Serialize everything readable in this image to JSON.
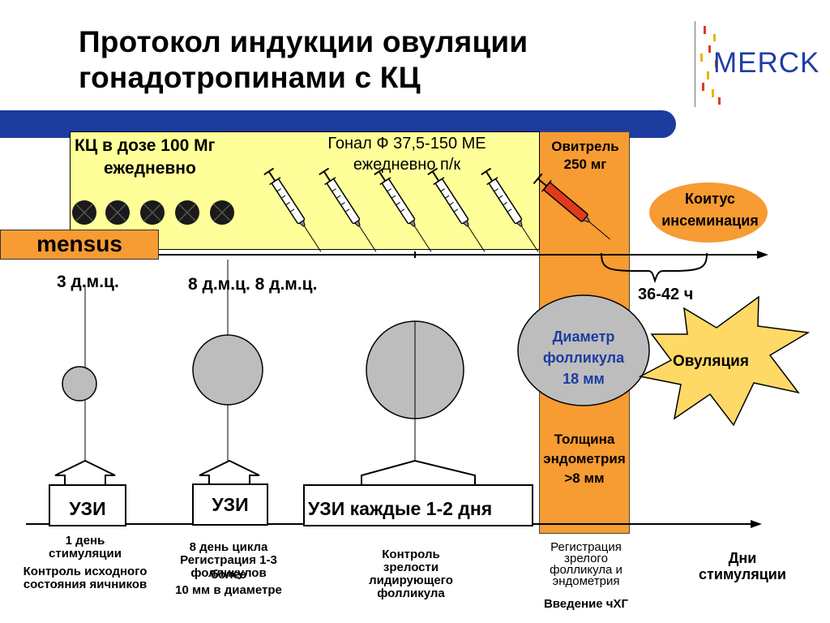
{
  "title": {
    "line1": "Протокол индукции овуляции",
    "line2": "гонадотропинами с КЦ"
  },
  "logo": {
    "text": "MERCK"
  },
  "bands": {
    "kc_line1": "КЦ  в дозе 100 Мг",
    "kc_line2": "ежедневно",
    "gonal_line1": "Гонал Ф 37,5-150 МЕ",
    "gonal_line2": "ежедневно п/к",
    "ovitrel_line1": "Овитрель",
    "ovitrel_line2": "250 мг",
    "mensus": "mensus"
  },
  "coitus": {
    "line1": "Коитус",
    "line2": "инсеминация"
  },
  "interval": "36-42 ч",
  "ovulation": "Овуляция",
  "dmc": {
    "first": "3 д.м.ц.",
    "second": "8 д.м.ц. 8 д.м.ц."
  },
  "follicle": {
    "line1": "Диаметр",
    "line2": "фолликула",
    "line3": "18 мм"
  },
  "endometrium": {
    "line1": "Толщина",
    "line2": "эндометрия",
    "line3": ">8 мм"
  },
  "uzi": {
    "box1": "УЗИ",
    "box2": "УЗИ",
    "box3": "УЗИ каждые 1-2 дня"
  },
  "captions": {
    "c1": [
      "1 день",
      "стимуляции",
      "Контроль исходного",
      "состояния яичников"
    ],
    "c2": [
      "8 день цикла",
      "Регистрация 1-3",
      "фолликулов",
      "более",
      "10 мм в диаметре"
    ],
    "c3": [
      "Контроль",
      "зрелости",
      "лидирующего",
      "фолликула"
    ],
    "c4": [
      "Регистрация",
      "зрелого",
      "фолликула и",
      "эндометрия"
    ],
    "c4b": "Введение чХГ",
    "c5": [
      "Дни",
      "стимуляции"
    ]
  },
  "colors": {
    "blue": "#1c3ca0",
    "yellow": "#ffff99",
    "orange": "#f79b33",
    "red_syringe": "#e03a1c",
    "grey_follicle": "#bdbdbd"
  }
}
